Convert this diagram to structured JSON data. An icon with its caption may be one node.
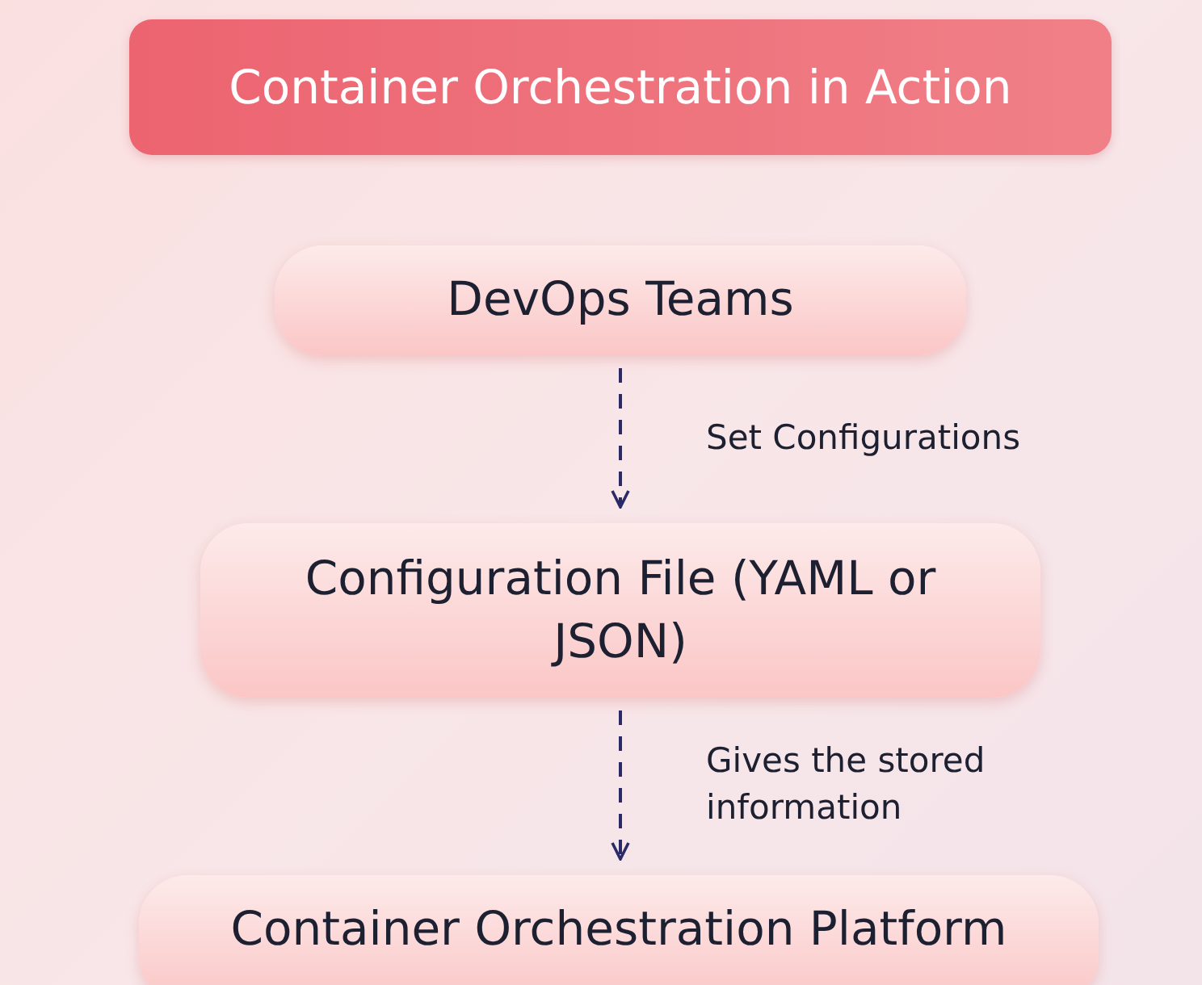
{
  "diagram": {
    "title": "Container Orchestration in Action",
    "nodes": [
      {
        "text": [
          "DevOps Teams"
        ]
      },
      {
        "text": [
          "Configuration File (YAML or JSON)"
        ]
      },
      {
        "text": [
          "Container Orchestration Platform"
        ]
      }
    ],
    "edges": [
      {
        "from": 0,
        "to": 1,
        "arrow": "to",
        "label": "Set Configurations",
        "style": "dashed"
      },
      {
        "from": 1,
        "to": 2,
        "arrow": "to",
        "label": "Gives the stored information",
        "style": "dashed"
      }
    ]
  }
}
